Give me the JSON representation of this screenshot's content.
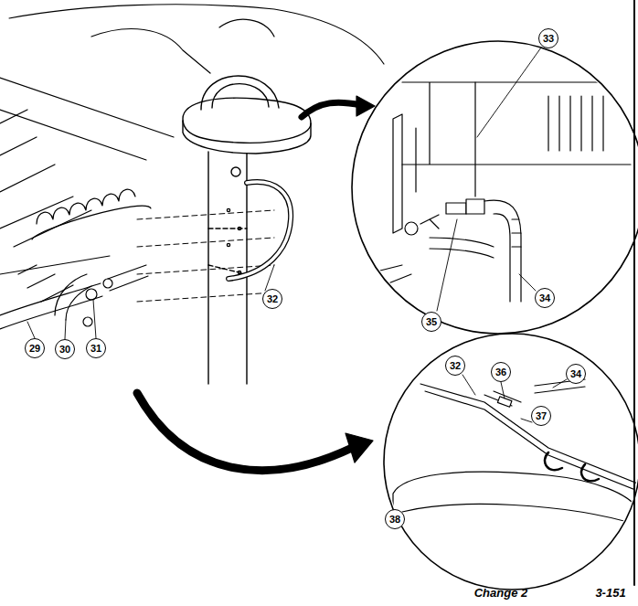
{
  "diagram": {
    "labels": [
      "29",
      "30",
      "31",
      "32",
      "33",
      "34",
      "35",
      "32",
      "36",
      "34",
      "37",
      "38",
      "Change 2",
      "3-151"
    ]
  }
}
